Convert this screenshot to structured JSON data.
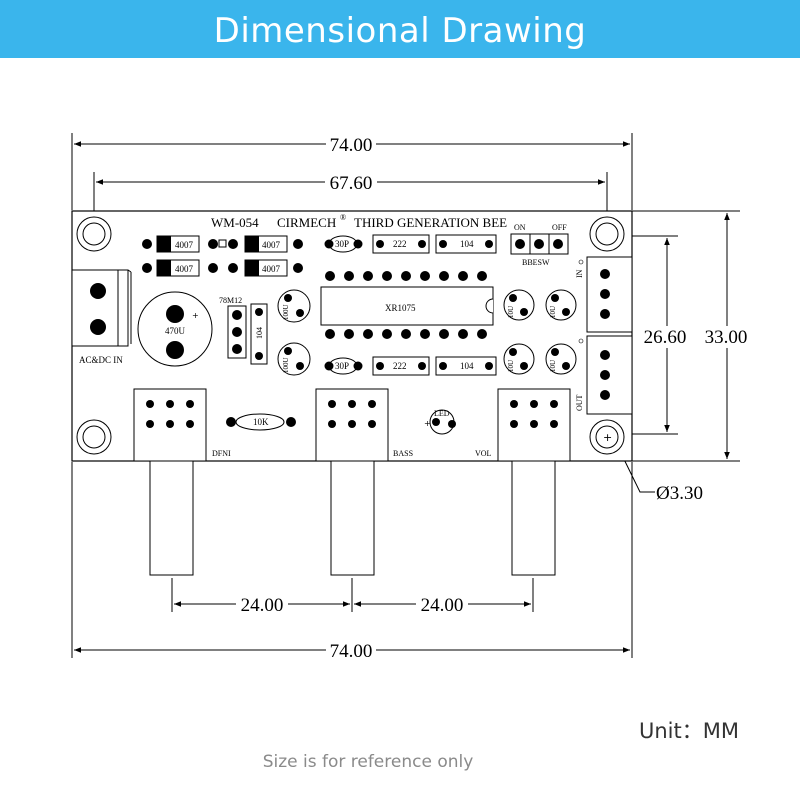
{
  "header": {
    "title": "Dimensional Drawing"
  },
  "dimensions": {
    "overall_width_top": "74.00",
    "hole_spacing": "67.60",
    "hole_vertical": "26.60",
    "overall_height": "33.00",
    "hole_diameter": "Ø3.30",
    "knob_spacing_left": "24.00",
    "knob_spacing_right": "24.00",
    "overall_width_bottom": "74.00"
  },
  "board": {
    "model": "WM-054",
    "brand": "CIRMECH",
    "brand_mark": "®",
    "product": "THIRD GENERATION BEE",
    "diode_label": "4007",
    "cap_30p": "30P",
    "cap_222": "222",
    "cap_104": "104",
    "switch_on": "ON",
    "switch_off": "OFF",
    "switch_label": "BBESW",
    "in_label": "IN",
    "out_label": "OUT",
    "ic_label": "XR1075",
    "cap_470u": "470U",
    "reg_label": "78M12",
    "cap_100u": "100U",
    "cap_10u": "10U",
    "ac_dc_in": "AC&DC IN",
    "resistor_10k": "10K",
    "led_label": "LED",
    "dfni_label": "DFNI",
    "bass_label": "BASS",
    "vol_label": "VOL"
  },
  "footer": {
    "unit": "Unit：MM",
    "note": "Size is for reference only"
  }
}
